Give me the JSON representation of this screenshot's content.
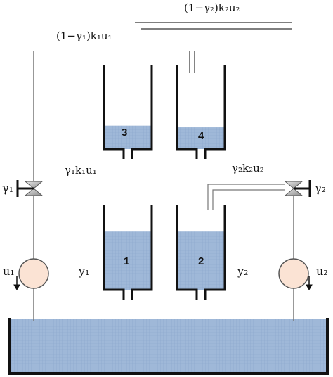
{
  "labels": {
    "top_flow": "(1−γ₂)k₂u₂",
    "left_top_flow": "(1−γ₁)k₁u₁",
    "mid_left_flow": "γ₁k₁u₁",
    "mid_right_flow": "γ₂k₂u₂",
    "gamma1": "γ₁",
    "gamma2": "γ₂",
    "u1": "u₁",
    "u2": "u₂",
    "y1": "y₁",
    "y2": "y₂"
  },
  "tanks": [
    {
      "id": "tank-3",
      "number": "3",
      "level": 0.28
    },
    {
      "id": "tank-4",
      "number": "4",
      "level": 0.26
    },
    {
      "id": "tank-1",
      "number": "1",
      "level": 0.69
    },
    {
      "id": "tank-2",
      "number": "2",
      "level": 0.69
    }
  ],
  "colors": {
    "water": "#9fb8d8",
    "outline": "#111111",
    "pump_fill": "#fbe3d4",
    "pipe": "#777777"
  }
}
